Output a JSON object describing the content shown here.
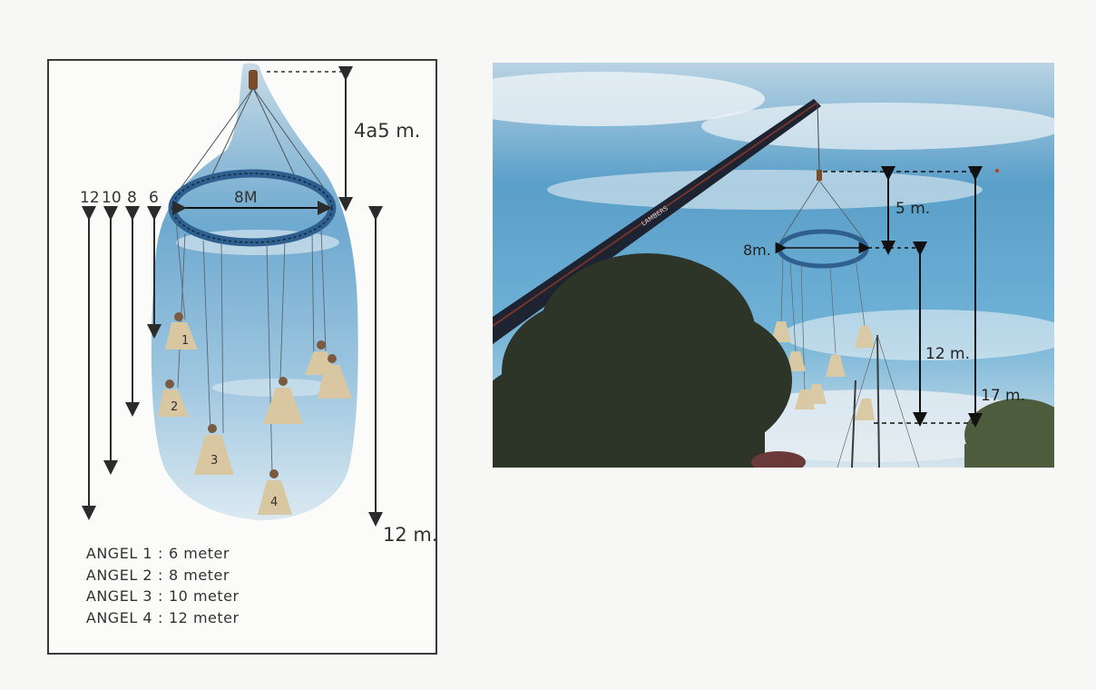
{
  "left_diagram": {
    "top_height_label": "4a5 m.",
    "ring_diameter_label": "8M",
    "length_labels": [
      "12",
      "10",
      "8",
      "6"
    ],
    "angel_numbers": [
      "1",
      "2",
      "3",
      "4"
    ],
    "right_height_label": "12 m.",
    "legend": [
      {
        "name": "ANGEL 1",
        "value": "6 meter"
      },
      {
        "name": "ANGEL 2",
        "value": "8 meter"
      },
      {
        "name": "ANGEL 3",
        "value": "10 meter"
      },
      {
        "name": "ANGEL 4",
        "value": "12 meter"
      }
    ]
  },
  "right_photo": {
    "crane_brand": "LAMBERS",
    "top_height_label": "5 m.",
    "ring_diameter_label": "8m.",
    "hang_height_label": "12 m.",
    "total_height_label": "17 m."
  },
  "colors": {
    "sky": "#5a9fc9",
    "ring": "#2f5f8e",
    "crane": "#1d2330",
    "tree": "#2c3527",
    "arrow": "#2b2b2b"
  }
}
